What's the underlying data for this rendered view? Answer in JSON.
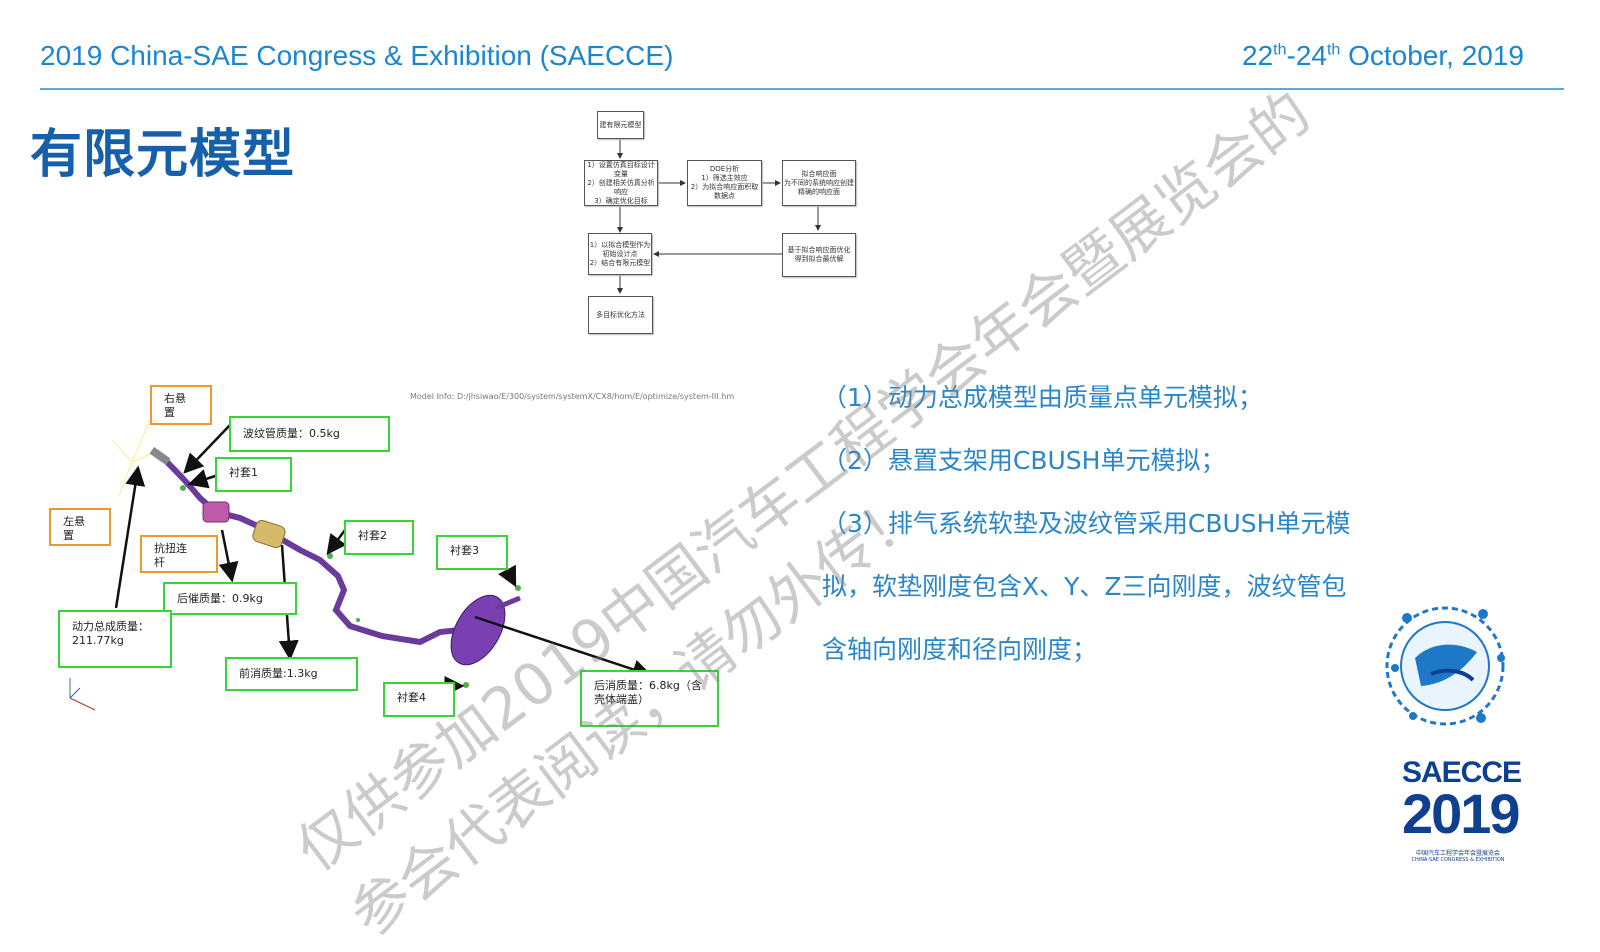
{
  "header": {
    "conference": "2019 China-SAE Congress & Exhibition (SAECCE)",
    "date_day_start": "22",
    "date_sup_start": "th",
    "date_sep": "-24",
    "date_sup_end": "th",
    "date_rest": " October, 2019"
  },
  "slide_title": "有限元模型",
  "flowchart": {
    "n1": "建有限元模型",
    "n2": "1）设置仿真目标设计变量\n2）创建相关仿真分析响应\n3）确定优化目标",
    "n3": "DOE分析\n1）筛选主效应\n2）为拟合响应面积取数据点",
    "n4": "拟合响应面\n为不同的系统响应创建精确的响应面",
    "n5": "1）以拟合模型作为初始设计点\n2）结合有限元模型",
    "n6": "基于拟合响应面优化\n得到拟合最优解",
    "n7": "多目标优化方法"
  },
  "model_stamp": "Model Info: D:/jhsiwao/E/300/system/systemX/CX8/hom/E/optimize/system-III.hm",
  "labels": {
    "right_mount": "右悬\n置",
    "left_mount": "左悬\n置",
    "torque_rod": "抗扭连\n杆",
    "bellows_mass": "波纹管质量：0.5kg",
    "bushing1": "衬套1",
    "bushing2": "衬套2",
    "bushing3": "衬套3",
    "bushing4": "衬套4",
    "rear_cat_mass": "后催质量：0.9kg",
    "powertrain_mass": "动力总成质量：\n211.77kg",
    "front_muffler_mass": "前消质量:1.3kg",
    "rear_muffler_mass": "后消质量：6.8kg（含\n壳体端盖）"
  },
  "bullets": [
    "（1）动力总成模型由质量点单元模拟；",
    "（2）悬置支架用CBUSH单元模拟；",
    "（3）排气系统软垫及波纹管采用CBUSH单元模",
    "拟，软垫刚度包含X、Y、Z三向刚度，波纹管包",
    "含轴向刚度和径向刚度；"
  ],
  "watermark": {
    "line1": "仅供参加2019中国汽车工程学会年会暨展览会的",
    "line2": "参会代表阅读，请勿外传！"
  },
  "logo": {
    "brand": "SAECCE",
    "year": "2019",
    "cn": "中国汽车工程学会年会暨展览会",
    "en": "CHINA-SAE CONGRESS & EXHIBITION"
  },
  "colors": {
    "header_blue": "#1a86d0",
    "title_blue": "#1560a8",
    "bullet_blue": "#2a86c8",
    "label_green": "#39d339",
    "label_orange": "#f0962c",
    "exhaust_purple": "#6a3b9c",
    "logo_navy": "#0f3f8f"
  }
}
